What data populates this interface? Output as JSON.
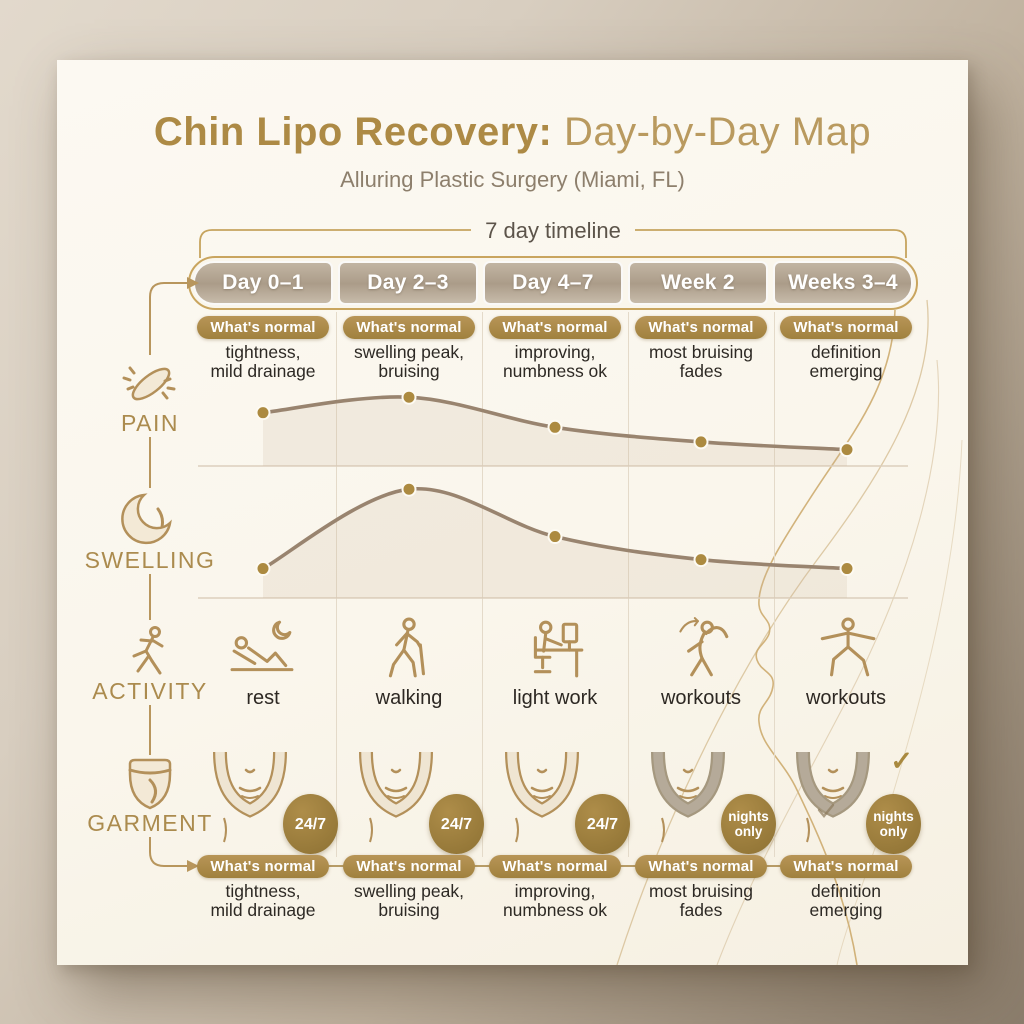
{
  "title_part1": "Chin Lipo Recovery:",
  "title_part2": " Day-by-Day Map",
  "subtitle": "Alluring Plastic Surgery (Miami, FL)",
  "timeline": {
    "bracket_label": "7 day timeline",
    "column_count": 5
  },
  "whats_normal": {
    "badge_label": "What's normal"
  },
  "columns": [
    {
      "header": "Day 0–1",
      "note_line1": "tightness,",
      "note_line2": "mild drainage",
      "activity_label": "rest",
      "activity_icon": "person-resting-in-bed-with-moon-icon",
      "garment_badge": "24/7",
      "garment_style": "outline"
    },
    {
      "header": "Day 2–3",
      "note_line1": "swelling peak,",
      "note_line2": "bruising",
      "activity_label": "walking",
      "activity_icon": "person-walking-with-cane-icon",
      "garment_badge": "24/7",
      "garment_style": "outline"
    },
    {
      "header": "Day 4–7",
      "note_line1": "improving,",
      "note_line2": "numbness ok",
      "activity_label": "light work",
      "activity_icon": "person-at-desk-computer-icon",
      "garment_badge": "24/7",
      "garment_style": "outline"
    },
    {
      "header": "Week 2",
      "note_line1": "most bruising",
      "note_line2": "fades",
      "activity_label": "workouts",
      "activity_icon": "person-side-stretch-icon",
      "garment_badge": "nights only",
      "garment_style": "filled"
    },
    {
      "header": "Weeks 3–4",
      "note_line1": "definition",
      "note_line2": "emerging",
      "activity_label": "workouts",
      "activity_icon": "person-warrior-pose-icon",
      "garment_badge": "nights only",
      "garment_style": "filled",
      "checkmark": "✓"
    }
  ],
  "rows": [
    {
      "label": "PAIN",
      "icon": "pain-flash-icon"
    },
    {
      "label": "SWELLING",
      "icon": "crescent-moon-icon"
    },
    {
      "label": "ACTIVITY",
      "icon": "running-person-icon"
    },
    {
      "label": "GARMENT",
      "icon": "chin-strap-garment-icon"
    }
  ],
  "chart_data": [
    {
      "type": "line",
      "series_name": "Pain level",
      "categories": [
        "Day 0–1",
        "Day 2–3",
        "Day 4–7",
        "Week 2",
        "Weeks 3–4"
      ],
      "values_relative": [
        0.62,
        0.8,
        0.45,
        0.28,
        0.19
      ],
      "trend": "moderate at Day 0–1, small peak at Day 2–3, steadily declines through Weeks 3–4",
      "grid": "vertical column dividers + baseline",
      "legend": "none"
    },
    {
      "type": "line",
      "series_name": "Swelling level",
      "categories": [
        "Day 0–1",
        "Day 2–3",
        "Day 4–7",
        "Week 2",
        "Weeks 3–4"
      ],
      "values_relative": [
        0.23,
        0.85,
        0.48,
        0.3,
        0.23
      ],
      "trend": "low at Day 0–1, sharp peak at Day 2–3, declines through Weeks 3–4",
      "grid": "vertical column dividers + baseline",
      "legend": "none"
    }
  ],
  "colors": {
    "background_taupe": "#b0a18e",
    "card": "#fbf8f0",
    "gold_accent": "#b08e4c",
    "badge_gold": "#a98844",
    "pill_taupe": "#b1a28f",
    "curve_brown": "#99846f",
    "dot_gold": "#ac8a40",
    "text_dark": "#2d2924",
    "subtitle_gray": "#8d7f6c"
  }
}
